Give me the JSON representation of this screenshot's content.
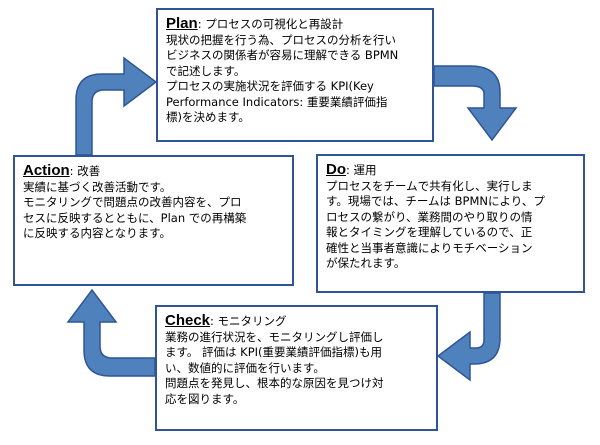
{
  "colors": {
    "box_border": "#2f5597",
    "arrow_fill": "#4f81bd",
    "arrow_edge": "#2f5597"
  },
  "boxes": {
    "plan": {
      "title": "Plan",
      "subtitle": ": プロセスの可視化と再設計",
      "body": "現状の把握を行う為、プロセスの分析を行い\nビジネスの関係者が容易に理解できる BPMN\nで記述します。\nプロセスの実施状況を評価する KPI(Key\nPerformance Indicators: 重要業績評価指\n標)を決めます。"
    },
    "do": {
      "title": "Do",
      "subtitle": ": 運用",
      "body": "プロセスをチームで共有化し、実行しま\nす。現場では、チームは BPMNにより、プ\nロセスの繋がり、業務間のやり取りの情\n報とタイミングを理解しているので、正\n確性と当事者意識によりモチベーション\nが保たれます。"
    },
    "check": {
      "title": "Check",
      "subtitle": ": モニタリング",
      "body": "業務の進行状況を、モニタリングし評価し\nます。 評価は KPI(重要業績評価指標)も用\nい、数値的に評価を行います。\n問題点を発見し、根本的な原因を見つけ対\n応を図ります。"
    },
    "action": {
      "title": "Action",
      "subtitle": ": 改善",
      "body": "実績に基づく改善活動です。\nモニタリングで問題点の改善内容を、プロ\nセスに反映するとともに、Plan での再構築\nに反映する内容となります。"
    }
  }
}
